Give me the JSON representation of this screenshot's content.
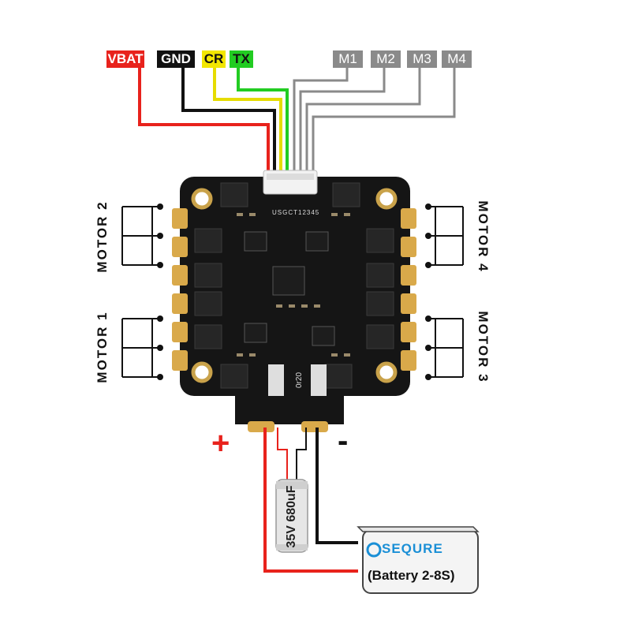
{
  "wire_labels": {
    "vbat": "VBAT",
    "gnd": "GND",
    "cr": "CR",
    "tx": "TX",
    "m1": "M1",
    "m2": "M2",
    "m3": "M3",
    "m4": "M4"
  },
  "motors": {
    "motor1": "MOTOR 1",
    "motor2": "MOTOR 2",
    "motor3": "MOTOR 3",
    "motor4": "MOTOR 4"
  },
  "power": {
    "plus": "+",
    "minus": "-",
    "capacitor": "35V 680uF",
    "battery_brand": "SEQURE",
    "battery_label": "(Battery 2-8S)"
  },
  "board": {
    "connector_pins": "USGCT12345",
    "shunt": "0r20"
  },
  "colors": {
    "vbat": "#e8221c",
    "gnd": "#111111",
    "cr": "#f2e600",
    "tx": "#22cc22",
    "motor_signal": "#8a8a8a",
    "board": "#151515",
    "pad": "#d9a94a",
    "brand": "#1a8fd6"
  }
}
